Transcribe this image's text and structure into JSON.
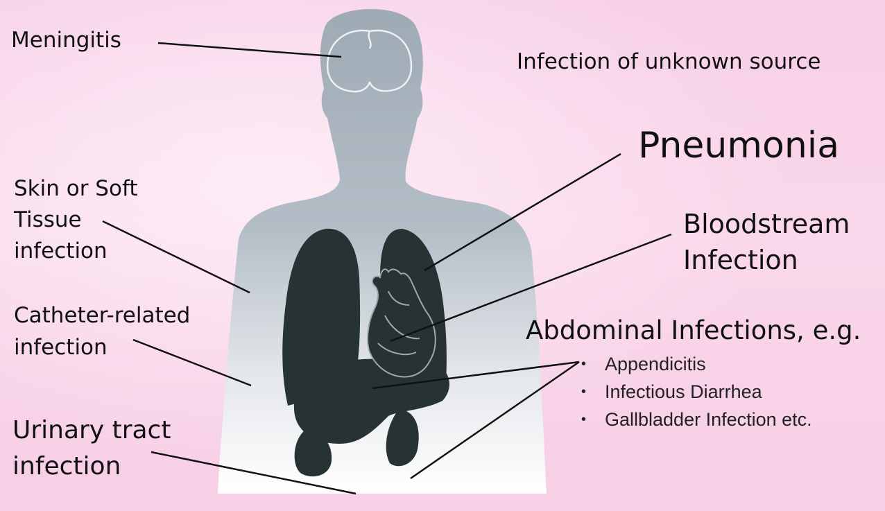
{
  "labels": {
    "meningitis": "Meningitis",
    "unknown_source": "Infection of unknown source",
    "pneumonia": "Pneumonia",
    "skin_soft_tissue": [
      "Skin or Soft",
      "Tissue",
      "infection"
    ],
    "bloodstream": [
      "Bloodstream",
      "Infection"
    ],
    "catheter": [
      "Catheter-related",
      "infection"
    ],
    "abdominal": "Abdominal Infections, e.g.",
    "abdominal_items": [
      "Appendicitis",
      "Infectious Diarrhea",
      "Gallbladder Infection etc."
    ],
    "urinary": [
      "Urinary tract",
      "infection"
    ]
  },
  "icons": {
    "body": "human-silhouette-icon",
    "brain": "brain-icon",
    "lungs": "lungs-icon",
    "heart": "heart-icon",
    "abdomen": "abdominal-organs-icon"
  },
  "colors": {
    "background_top": "#f7cfe8",
    "silhouette_top": "#9eaab4",
    "silhouette_bottom": "#ffffff",
    "organs": "#273232",
    "leader_lines": "#111111"
  }
}
